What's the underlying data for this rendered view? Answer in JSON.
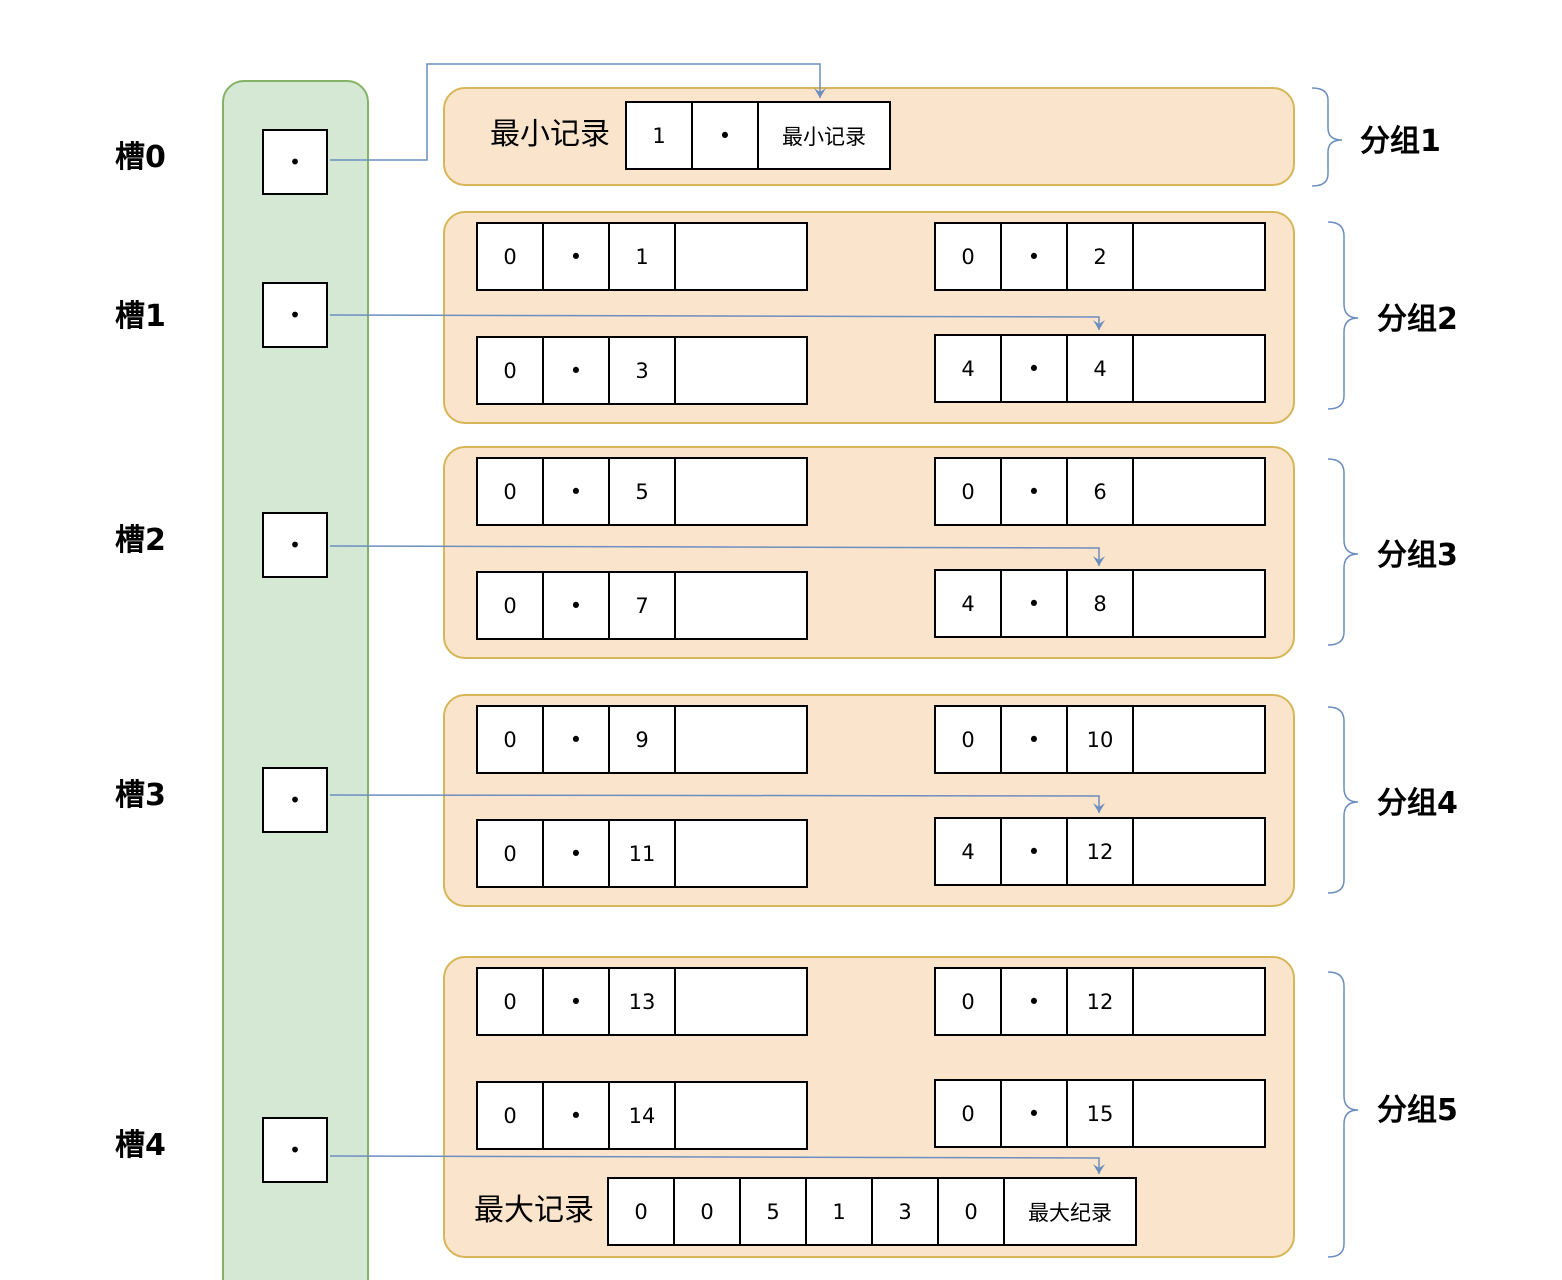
{
  "slots": [
    {
      "label": "槽0",
      "pointer": "•"
    },
    {
      "label": "槽1",
      "pointer": "•"
    },
    {
      "label": "槽2",
      "pointer": "•"
    },
    {
      "label": "槽3",
      "pointer": "•"
    },
    {
      "label": "槽4",
      "pointer": "•"
    }
  ],
  "groups": [
    {
      "name": "分组1"
    },
    {
      "name": "分组2"
    },
    {
      "name": "分组3"
    },
    {
      "name": "分组4"
    },
    {
      "name": "分组5"
    }
  ],
  "infimum": {
    "label": "最小记录",
    "cells": [
      "1",
      "•",
      "最小记录"
    ]
  },
  "records": [
    {
      "n_owned": "0",
      "pointer": "•",
      "id": "1"
    },
    {
      "n_owned": "0",
      "pointer": "•",
      "id": "2"
    },
    {
      "n_owned": "0",
      "pointer": "•",
      "id": "3"
    },
    {
      "n_owned": "4",
      "pointer": "•",
      "id": "4"
    },
    {
      "n_owned": "0",
      "pointer": "•",
      "id": "5"
    },
    {
      "n_owned": "0",
      "pointer": "•",
      "id": "6"
    },
    {
      "n_owned": "0",
      "pointer": "•",
      "id": "7"
    },
    {
      "n_owned": "4",
      "pointer": "•",
      "id": "8"
    },
    {
      "n_owned": "0",
      "pointer": "•",
      "id": "9"
    },
    {
      "n_owned": "0",
      "pointer": "•",
      "id": "10"
    },
    {
      "n_owned": "0",
      "pointer": "•",
      "id": "11"
    },
    {
      "n_owned": "4",
      "pointer": "•",
      "id": "12"
    },
    {
      "n_owned": "0",
      "pointer": "•",
      "id": "13"
    },
    {
      "n_owned": "0",
      "pointer": "•",
      "id": "12"
    },
    {
      "n_owned": "0",
      "pointer": "•",
      "id": "14"
    },
    {
      "n_owned": "0",
      "pointer": "•",
      "id": "15"
    }
  ],
  "supremum": {
    "label": "最大记录",
    "cells": [
      "0",
      "0",
      "5",
      "1",
      "3",
      "0",
      "最大纪录"
    ]
  },
  "colors": {
    "slot_column_fill": "#d5e8d4",
    "slot_column_border": "#82b366",
    "group_fill": "#fae5cc",
    "group_border": "#d6b656",
    "arrow": "#6c8ebf",
    "brace": "#6c8ebf"
  }
}
